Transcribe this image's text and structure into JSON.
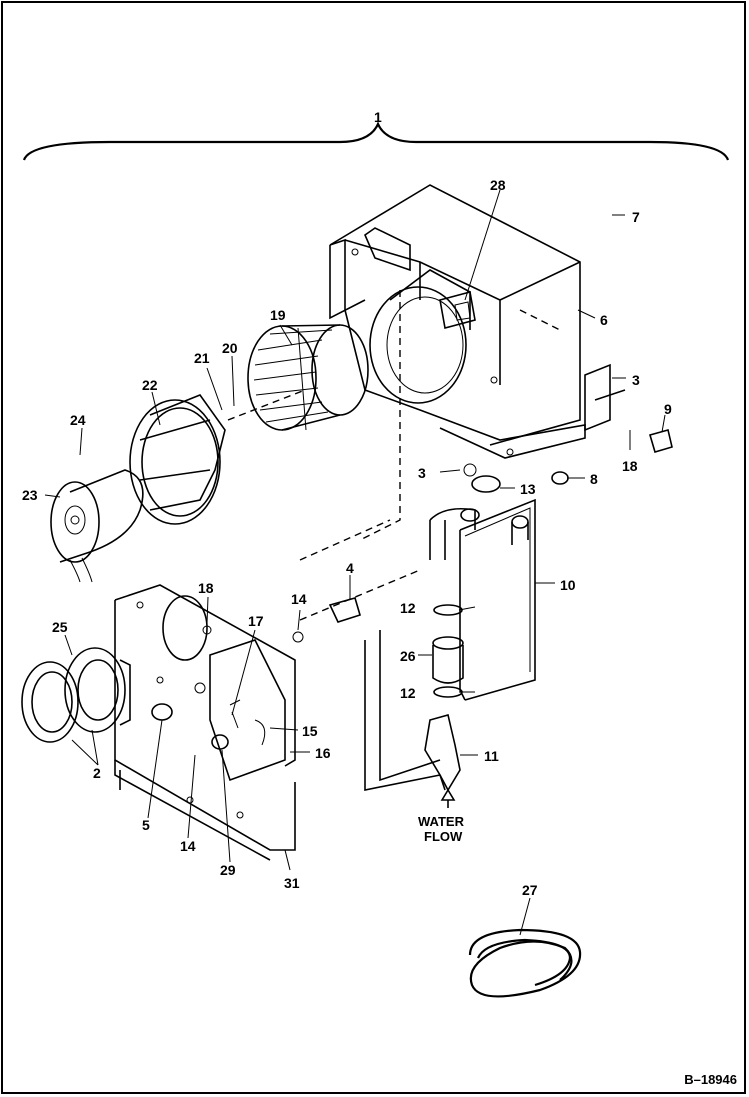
{
  "callouts": {
    "c1": "1",
    "c2": "2",
    "c3": "3",
    "c4": "4",
    "c5": "5",
    "c6": "6",
    "c7": "7",
    "c8": "8",
    "c9": "9",
    "c10": "10",
    "c11": "11",
    "c12a": "12",
    "c12b": "12",
    "c13": "13",
    "c14a": "14",
    "c14b": "14",
    "c15": "15",
    "c16": "16",
    "c17": "17",
    "c18a": "18",
    "c18b": "18",
    "c19": "19",
    "c20": "20",
    "c21": "21",
    "c22": "22",
    "c23": "23",
    "c24": "24",
    "c25": "25",
    "c26": "26",
    "c27": "27",
    "c28": "28",
    "c29": "29",
    "c31": "31",
    "c3b": "3"
  },
  "flow_label": {
    "line1": "WATER",
    "line2": "FLOW"
  },
  "figure_ref": "B–18946"
}
